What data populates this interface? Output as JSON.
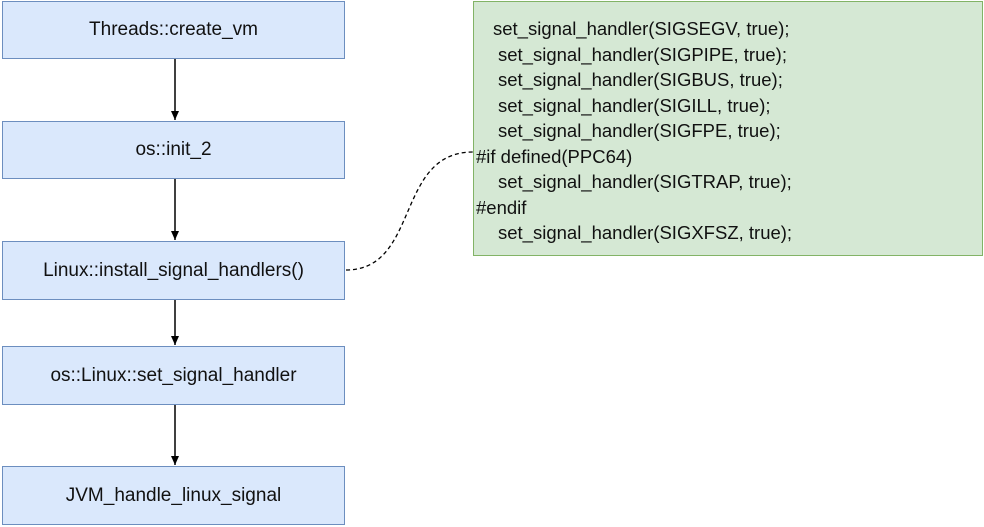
{
  "nodes": [
    {
      "label": "Threads::create_vm"
    },
    {
      "label": "os::init_2"
    },
    {
      "label": "Linux::install_signal_handlers()"
    },
    {
      "label": "os::Linux::set_signal_handler"
    },
    {
      "label": "JVM_handle_linux_signal"
    }
  ],
  "code_block": {
    "lines": [
      "set_signal_handler(SIGSEGV, true);",
      "set_signal_handler(SIGPIPE, true);",
      "set_signal_handler(SIGBUS, true);",
      "set_signal_handler(SIGILL, true);",
      "set_signal_handler(SIGFPE, true);",
      "#if defined(PPC64)",
      "set_signal_handler(SIGTRAP, true);",
      "#endif",
      "set_signal_handler(SIGXFSZ, true);"
    ]
  },
  "colors": {
    "node_fill": "#dae8fc",
    "node_border": "#6c8ebf",
    "code_fill": "#d5e8d4",
    "code_border": "#82b366"
  }
}
